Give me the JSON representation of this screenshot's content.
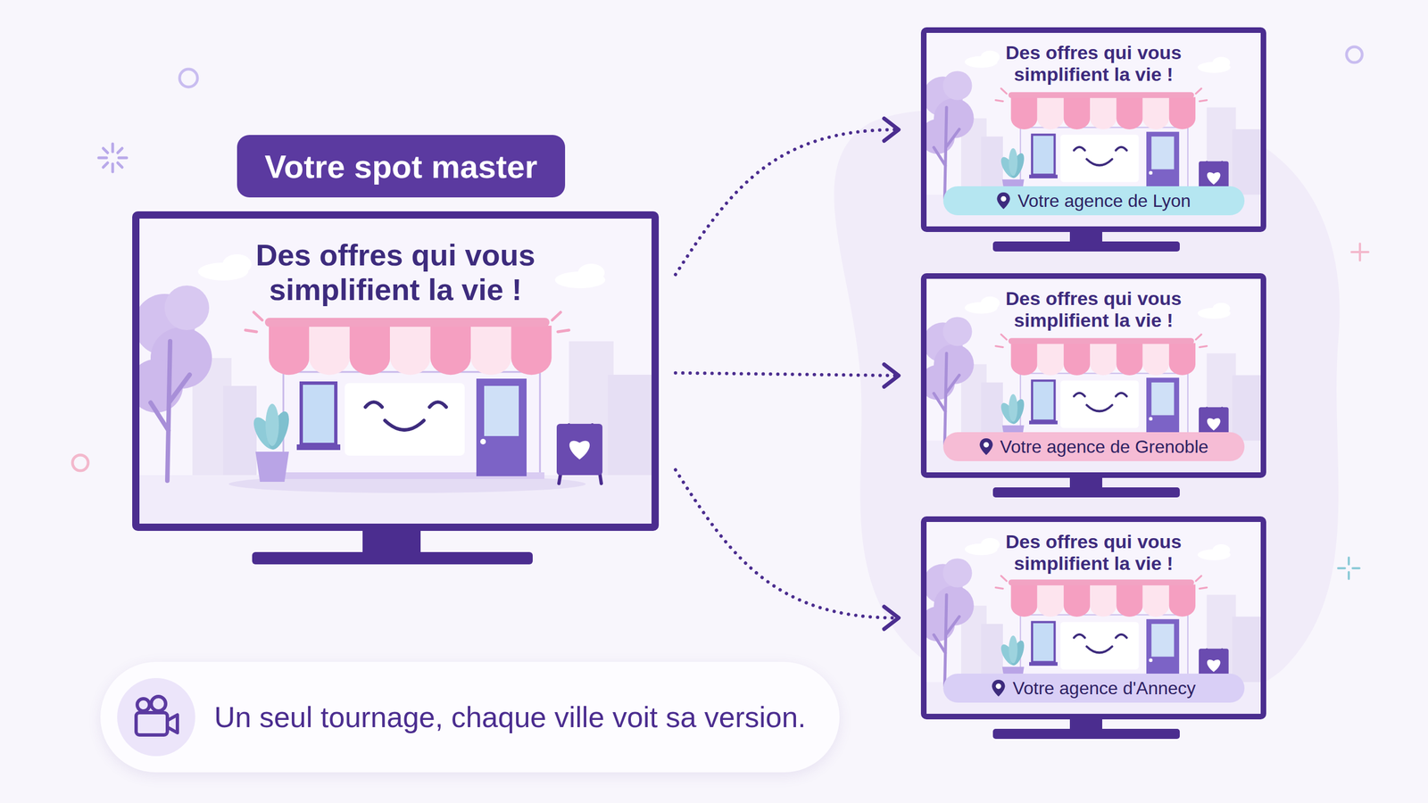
{
  "diagram": {
    "nodes": [
      {
        "text": [
          "Votre spot master"
        ]
      },
      {
        "text": [
          "Des offres qui vous simplifient la vie !"
        ]
      },
      {
        "text": [
          "Des offres qui vous simplifient la vie !"
        ]
      },
      {
        "text": [
          "Votre agence de Lyon"
        ],
        "in": 2
      },
      {
        "text": [
          "Des offres qui vous simplifient la vie !"
        ]
      },
      {
        "text": [
          "Votre agence de Grenoble"
        ],
        "in": 4
      },
      {
        "text": [
          "Des offres qui vous simplifient la vie !"
        ]
      },
      {
        "text": [
          "Votre agence d'Annecy"
        ],
        "in": 6
      },
      {
        "text": [
          "Un seul tournage, chaque ville voit sa version."
        ]
      }
    ],
    "edges": [
      {
        "from": 1,
        "to": 2,
        "arrow": "to"
      },
      {
        "from": 1,
        "to": 4,
        "arrow": "to"
      },
      {
        "from": 1,
        "to": 6,
        "arrow": "to"
      }
    ]
  }
}
